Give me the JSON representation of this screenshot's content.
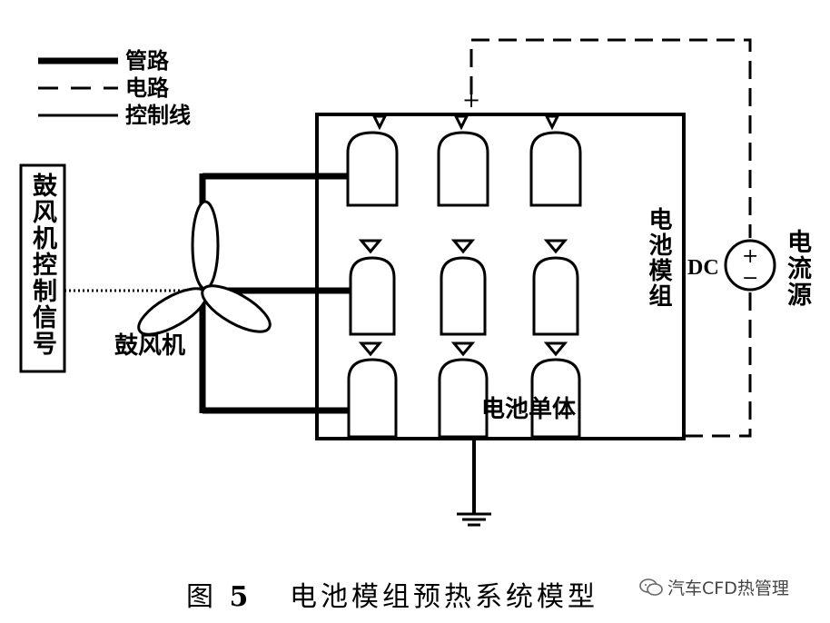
{
  "legend": {
    "items": [
      {
        "label": "管路"
      },
      {
        "label": "电路"
      },
      {
        "label": "控制线"
      }
    ]
  },
  "labels": {
    "blower_control_signal": "鼓风机控制信号",
    "blower": "鼓风机",
    "battery_module": "电池模组",
    "battery_cell": "电池单体",
    "dc": "DC",
    "current_source": "电流源",
    "plus_terminal": "+",
    "source_plus": "+",
    "source_minus": "−"
  },
  "caption": {
    "figure": "图",
    "number": "5",
    "title": "电池模组预热系统模型"
  },
  "watermark": {
    "text": "汽车CFD热管理"
  }
}
